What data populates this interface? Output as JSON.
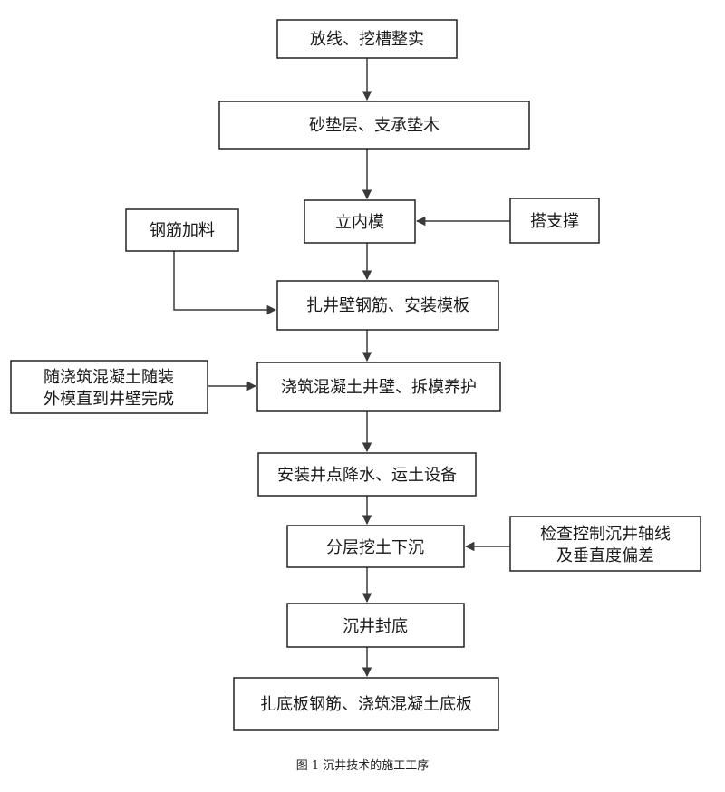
{
  "nodes": {
    "layout_trench": "放线、挖槽整实",
    "sand_cushion": "砂垫层、支承垫木",
    "inner_formwork": "立内模",
    "rebar_material": "钢筋加料",
    "bracing": "搭支撑",
    "wall_rebar": "扎井壁钢筋、安装模板",
    "outer_formwork_note": [
      "随浇筑混凝土随装",
      "外模直到井壁完成"
    ],
    "pour_wall": "浇筑混凝土井壁、拆模养护",
    "dewatering": "安装井点降水、运土设备",
    "axis_check": [
      "检查控制沉井轴线",
      "及垂直度偏差"
    ],
    "sinking": "分层挖土下沉",
    "seal_bottom": "沉井封底",
    "bottom_slab": "扎底板钢筋、浇筑混凝土底板"
  },
  "caption": "图 1 沉井技术的施工工序"
}
